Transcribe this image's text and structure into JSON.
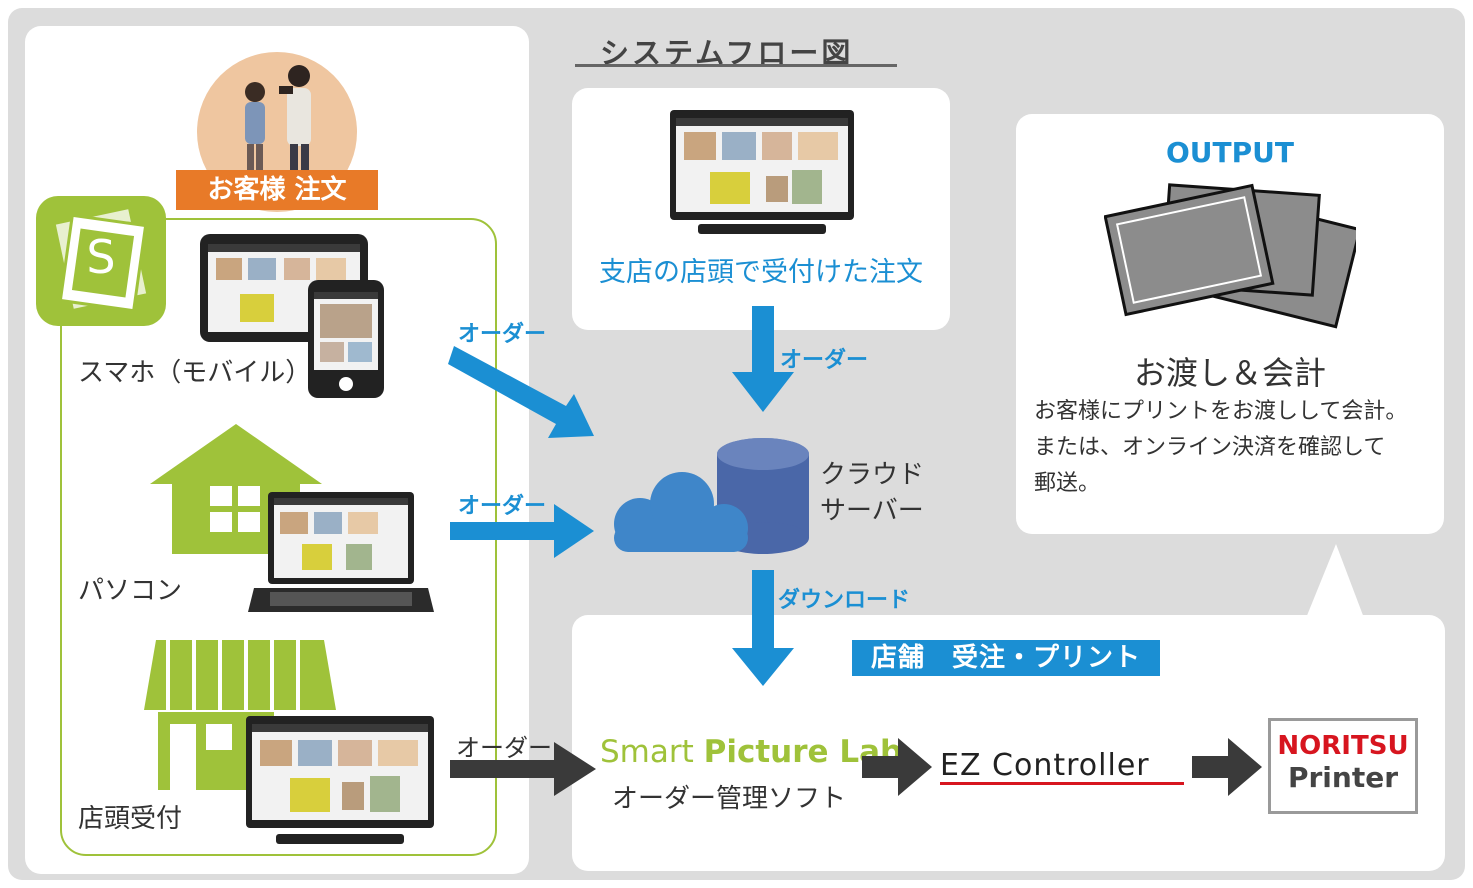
{
  "title": "システムフロー図",
  "customer": {
    "tag": "お客様 注文",
    "app_icon_letter": "S",
    "channels": [
      {
        "label": "スマホ（モバイル）"
      },
      {
        "label": "パソコン"
      },
      {
        "label": "店頭受付"
      }
    ]
  },
  "branch": {
    "label": "支店の店頭で受付けた注文"
  },
  "arrows": {
    "order": "オーダー",
    "download": "ダウンロード"
  },
  "cloud": {
    "label_line1": "クラウド",
    "label_line2": "サーバー"
  },
  "output": {
    "heading": "OUTPUT",
    "title": "お渡し＆会計",
    "desc_line1": "お客様にプリントをお渡しして会計。",
    "desc_line2": "または、オンライン決済を確認して",
    "desc_line3": "郵送。"
  },
  "store": {
    "tag": "店舗　受注・プリント",
    "spl_word1": "Smart",
    "spl_word2": "Picture Lab",
    "spl_sub": "オーダー管理ソフト",
    "ez": "EZ Controller",
    "printer_brand": "NORITSU",
    "printer_word": "Printer"
  },
  "colors": {
    "accent_blue": "#1b8fd3",
    "orange": "#e87a28",
    "green": "#9fc23a",
    "db_blue": "#4a67a8",
    "cloud_blue": "#3f86c9",
    "noritsu_red": "#d7151f"
  }
}
